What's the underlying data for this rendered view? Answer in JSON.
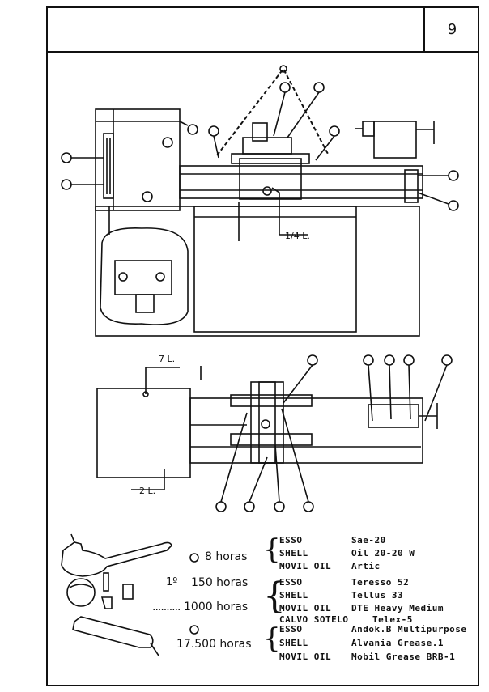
{
  "page_number": "9",
  "labels": {
    "oil_qty_top": "1/4 L.",
    "oil_qty_headstock": "7 L.",
    "oil_qty_base": "2 L."
  },
  "schedule": [
    {
      "hours": "8 horas",
      "products": [
        {
          "brand": "ESSO",
          "product": "Sae-20"
        },
        {
          "brand": "SHELL",
          "product": "Oil 20-20 W"
        },
        {
          "brand": "MOVIL OIL",
          "product": "Artic"
        }
      ]
    },
    {
      "hours_prefix": "1º",
      "hours": "150 horas",
      "hours_alt_leader": "..........",
      "hours_alt": "1000 horas",
      "products": [
        {
          "brand": "ESSO",
          "product": "Teresso 52"
        },
        {
          "brand": "SHELL",
          "product": "Tellus 33"
        },
        {
          "brand": "MOVIL OIL",
          "product": "DTE Heavy Medium"
        },
        {
          "brand": "CALVO SOTELO",
          "product": "Telex-5"
        }
      ]
    },
    {
      "hours": "17.500 horas",
      "products": [
        {
          "brand": "ESSO",
          "product": "Andok.B Multipurpose"
        },
        {
          "brand": "SHELL",
          "product": "Alvania Grease.1"
        },
        {
          "brand": "MOVIL OIL",
          "product": "Mobil Grease BRB-1"
        }
      ]
    }
  ]
}
